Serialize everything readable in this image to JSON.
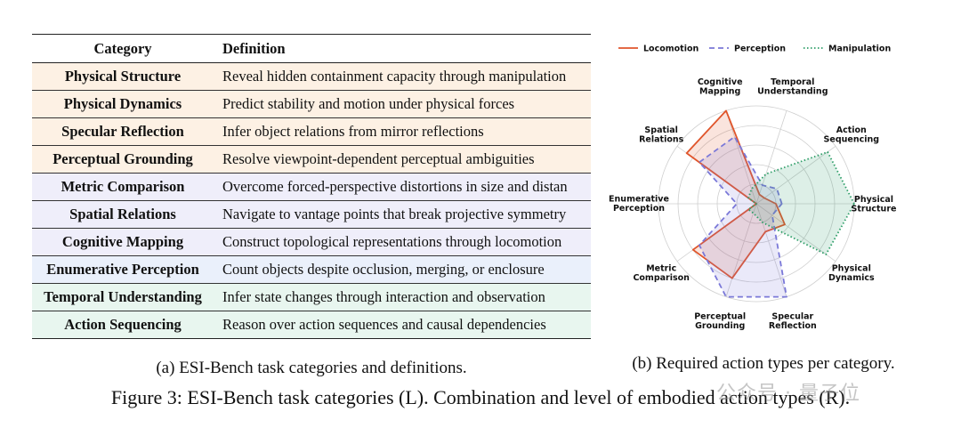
{
  "table": {
    "headers": {
      "category": "Category",
      "definition": "Definition"
    },
    "rows": [
      {
        "category": "Physical Structure",
        "definition": "Reveal hidden containment capacity through manipulation",
        "bg": "#fdf1e4"
      },
      {
        "category": "Physical Dynamics",
        "definition": "Predict stability and motion under physical forces",
        "bg": "#fdf1e4"
      },
      {
        "category": "Specular Reflection",
        "definition": "Infer object relations from mirror reflections",
        "bg": "#fdf1e4"
      },
      {
        "category": "Perceptual Grounding",
        "definition": "Resolve viewpoint-dependent perceptual ambiguities",
        "bg": "#fdf1e4"
      },
      {
        "category": "Metric Comparison",
        "definition": "Overcome forced-perspective distortions in size and distan",
        "bg": "#efeefa"
      },
      {
        "category": "Spatial Relations",
        "definition": "Navigate to vantage points that break projective symmetry",
        "bg": "#efeefa"
      },
      {
        "category": "Cognitive Mapping",
        "definition": "Construct topological representations through locomotion",
        "bg": "#efeefa"
      },
      {
        "category": "Enumerative Perception",
        "definition": "Count objects despite occlusion, merging, or enclosure",
        "bg": "#eaf0fb"
      },
      {
        "category": "Temporal Understanding",
        "definition": "Infer state changes through interaction and observation",
        "bg": "#e8f6ef"
      },
      {
        "category": "Action Sequencing",
        "definition": "Reason over action sequences and causal dependencies",
        "bg": "#e8f6ef"
      }
    ]
  },
  "captions": {
    "left": "(a) ESI-Bench task categories and definitions.",
    "right": "(b) Required action types per category.",
    "figure": "Figure 3: ESI-Bench task categories (L). Combination and level of embodied action types (R)."
  },
  "watermark": "公众号 · 量子位",
  "chart_data": {
    "type": "radar",
    "axes": [
      [
        "Physical",
        "Structure"
      ],
      [
        "Action",
        "Sequencing"
      ],
      [
        "Temporal",
        "Understanding"
      ],
      [
        "Cognitive",
        "Mapping"
      ],
      [
        "Spatial",
        "Relations"
      ],
      [
        "Enumerative",
        "Perception"
      ],
      [
        "Metric",
        "Comparison"
      ],
      [
        "Perceptual",
        "Grounding"
      ],
      [
        "Specular",
        "Reflection"
      ],
      [
        "Physical",
        "Dynamics"
      ]
    ],
    "rmax": 5,
    "series": [
      {
        "name": "Locomotion",
        "color": "#e0552b",
        "dash": "solid",
        "fill": "rgba(224,85,43,0.16)",
        "values": [
          1,
          0.5,
          0.5,
          5,
          4.4,
          0,
          4,
          4,
          1.5,
          1.8
        ]
      },
      {
        "name": "Perception",
        "color": "#7a78d8",
        "dash": "dashed",
        "fill": "rgba(122,120,216,0.16)",
        "values": [
          1.3,
          1.3,
          1,
          3.6,
          3.6,
          1,
          3.6,
          5,
          5,
          1
        ]
      },
      {
        "name": "Manipulation",
        "color": "#2e9e68",
        "dash": "dotted",
        "fill": "rgba(46,158,104,0.16)",
        "values": [
          5,
          4.5,
          1.6,
          0.8,
          0.5,
          0,
          0.5,
          0.5,
          1,
          4.4
        ]
      }
    ],
    "legend_position": "top",
    "grid": true
  }
}
